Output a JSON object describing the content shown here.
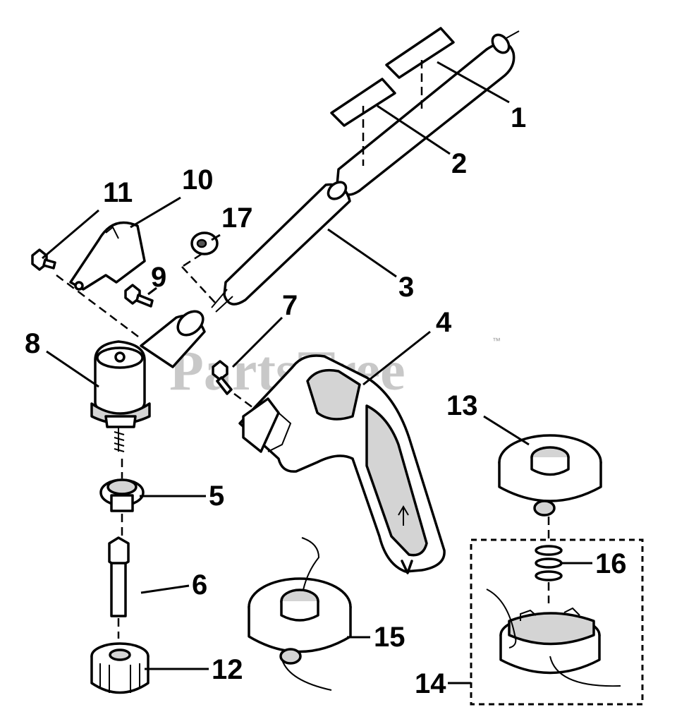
{
  "watermark": {
    "text": "PartsTree",
    "trademark": "™"
  },
  "callouts": {
    "c1": "1",
    "c2": "2",
    "c3": "3",
    "c4": "4",
    "c5": "5",
    "c6": "6",
    "c7": "7",
    "c8": "8",
    "c9": "9",
    "c10": "10",
    "c11": "11",
    "c12": "12",
    "c13": "13",
    "c14": "14",
    "c15": "15",
    "c16": "16",
    "c17": "17"
  }
}
